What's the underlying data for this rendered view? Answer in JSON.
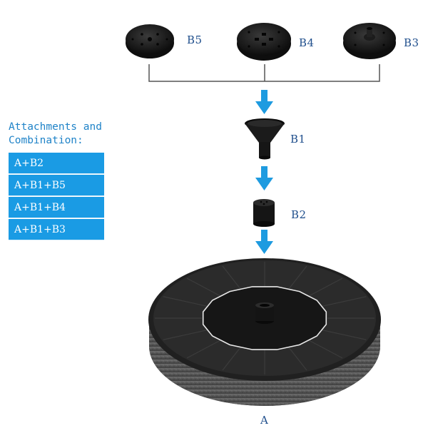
{
  "labels": {
    "b5": "B5",
    "b4": "B4",
    "b3": "B3",
    "b1": "B1",
    "b2": "B2",
    "a": "A"
  },
  "combinations": {
    "title": "Attachments and\nCombination:",
    "items": [
      "A+B2",
      "A+B1+B5",
      "A+B1+B4",
      "A+B1+B3"
    ]
  },
  "colors": {
    "arrow": "#1e9be0",
    "label_text": "#1f4e8c",
    "combo_box": "#1a9be4",
    "combo_title": "#1f83c8",
    "part_black": "#161616",
    "base_stone": "#545454"
  }
}
